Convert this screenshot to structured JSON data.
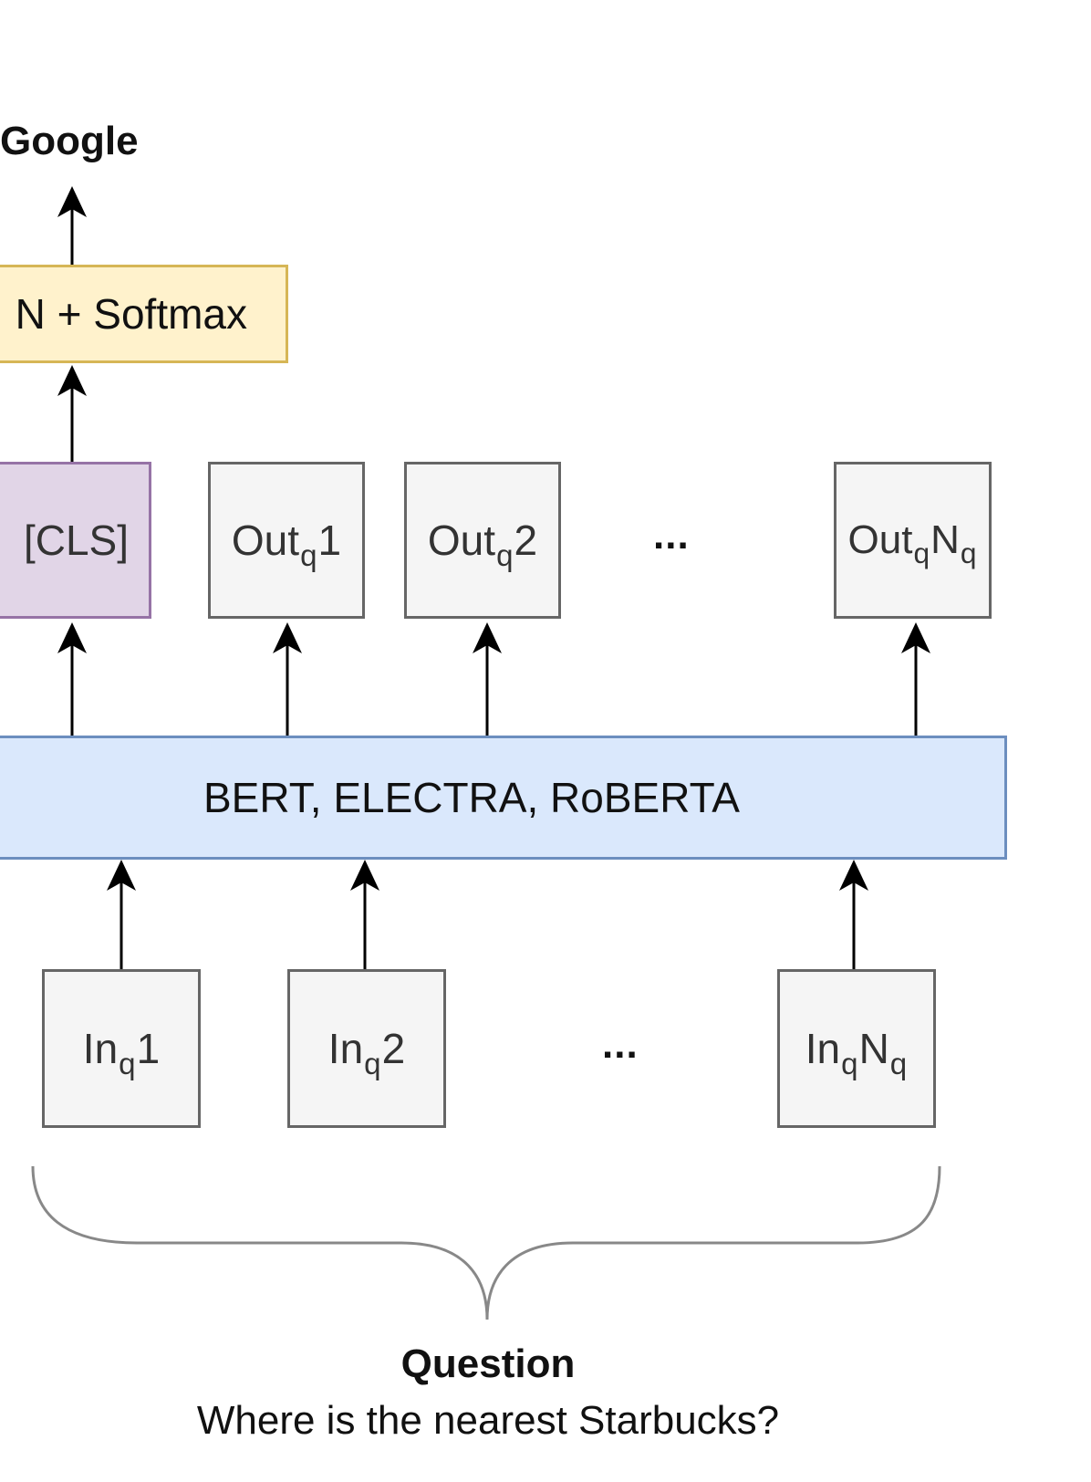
{
  "diagram": {
    "output_label": "Google",
    "ffn_label": "N + Softmax",
    "cls_label": "[CLS]",
    "outputs": [
      {
        "base": "Out",
        "sub": "q",
        "tail": "1"
      },
      {
        "base": "Out",
        "sub": "q",
        "tail": "2"
      },
      {
        "base": "Out",
        "sub": "q",
        "tail": "N",
        "tail_sub": "q"
      }
    ],
    "output_ellipsis": "...",
    "encoder_label": "BERT, ELECTRA, RoBERTA",
    "inputs": [
      {
        "base": "In",
        "sub": "q",
        "tail": "1"
      },
      {
        "base": "In",
        "sub": "q",
        "tail": "2"
      },
      {
        "base": "In",
        "sub": "q",
        "tail": "N",
        "tail_sub": "q"
      }
    ],
    "input_ellipsis": "...",
    "question_title": "Question",
    "question_text": "Where is the nearest Starbucks?"
  }
}
